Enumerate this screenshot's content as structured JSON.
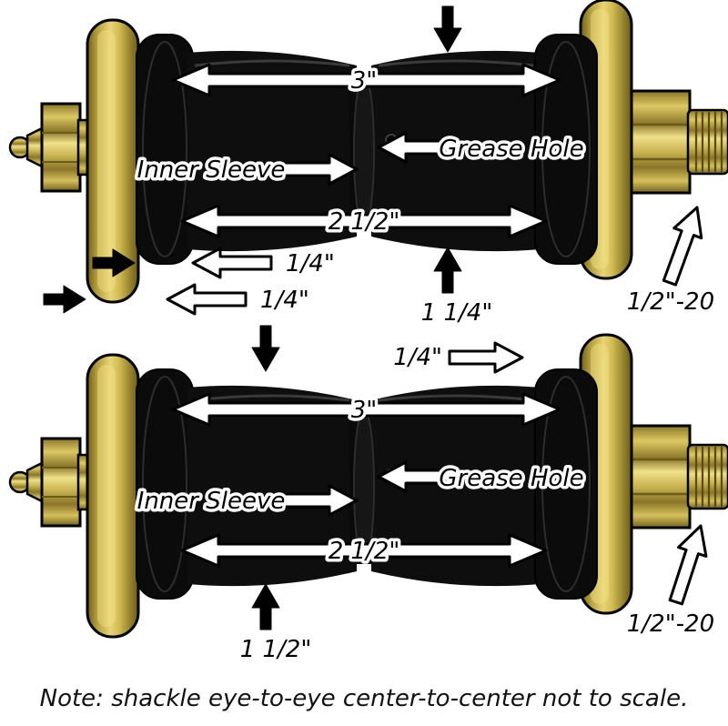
{
  "assemblies": {
    "top": {
      "outer_width": "3\"",
      "grease_hole": "Grease Hole",
      "inner_sleeve": "Inner Sleeve",
      "bushing_width": "2 1/2\"",
      "flange_thickness": "1/4\"",
      "plate_thickness": "1/4\"",
      "side_gap": "1/4\"",
      "bushing_diameter": "1 1/4\"",
      "thread_size": "1/2\"-20"
    },
    "bottom": {
      "outer_width": "3\"",
      "grease_hole": "Grease Hole",
      "inner_sleeve": "Inner Sleeve",
      "bushing_width": "2 1/2\"",
      "bushing_diameter": "1 1/2\"",
      "thread_size": "1/2\"-20"
    }
  },
  "note": "Note: shackle eye-to-eye center-to-center not to scale.",
  "colors": {
    "plate_gold": "#c9b445",
    "bushing_black": "#0d0d0d",
    "background": "#ffffff"
  }
}
